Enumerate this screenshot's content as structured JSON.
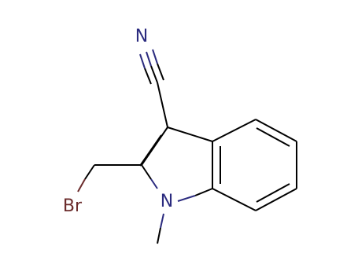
{
  "molecule": {
    "atoms": {
      "nitrile_n": {
        "label": "N",
        "color": "#2b2b7f"
      },
      "ring_n": {
        "label": "N",
        "color": "#2b2b7f"
      },
      "bromine": {
        "label": "Br",
        "color": "#6b2b2b"
      }
    },
    "colors": {
      "bond": "#000000",
      "nitrogen": "#2b2b7f",
      "bromine": "#6b2b2b",
      "background": "#ffffff"
    }
  }
}
